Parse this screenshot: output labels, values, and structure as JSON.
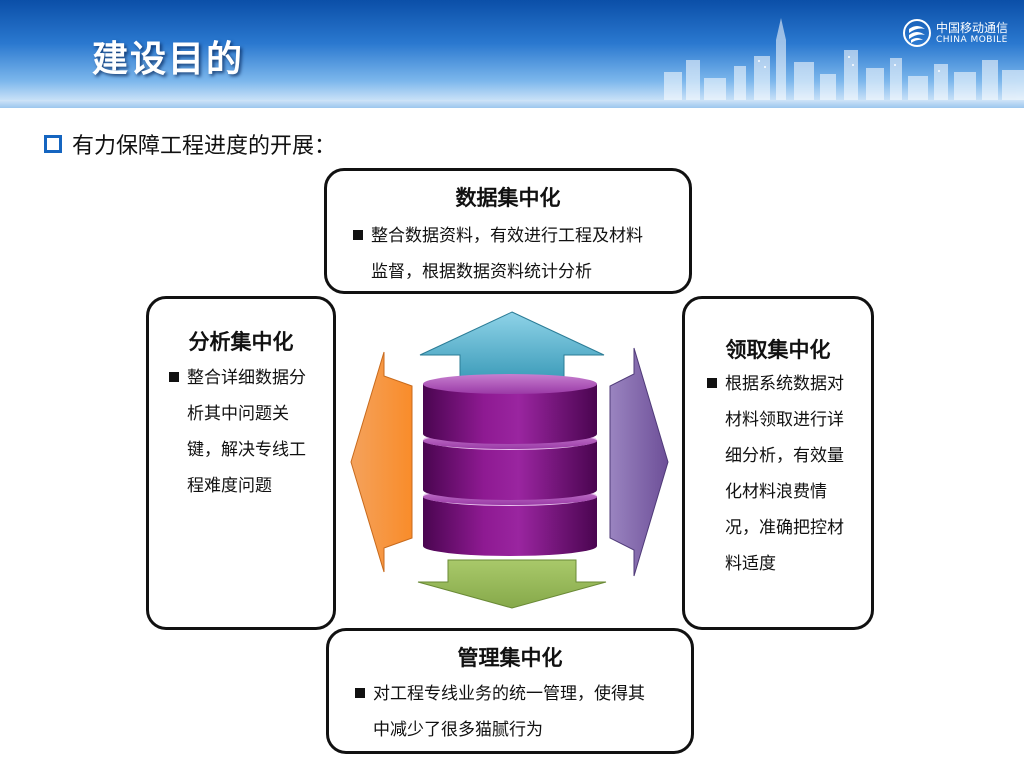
{
  "header": {
    "title": "建设目的",
    "logo": {
      "cn": "中国移动通信",
      "en": "CHINA MOBILE"
    }
  },
  "main": {
    "bullet": "有力保障工程进度的开展："
  },
  "boxes": {
    "top": {
      "title": "数据集中化",
      "text": "整合数据资料，有效进行工程及材料监督，根据数据资料统计分析"
    },
    "left": {
      "title": "分析集中化",
      "text": "整合详细数据分析其中问题关键，解决专线工程难度问题"
    },
    "right": {
      "title": "领取集中化",
      "text": "根据系统数据对材料领取进行详细分析，有效量化材料浪费情况，准确把控材料适度"
    },
    "bottom": {
      "title": "管理集中化",
      "text": "对工程专线业务的统一管理，使得其中减少了很多猫腻行为"
    }
  },
  "colors": {
    "header_blue": "#0b4fa8",
    "arrow_up": "#4bacc6",
    "arrow_left": "#f79646",
    "arrow_right": "#8064a2",
    "arrow_down": "#9bbb59",
    "database": "#7a0f7a"
  }
}
